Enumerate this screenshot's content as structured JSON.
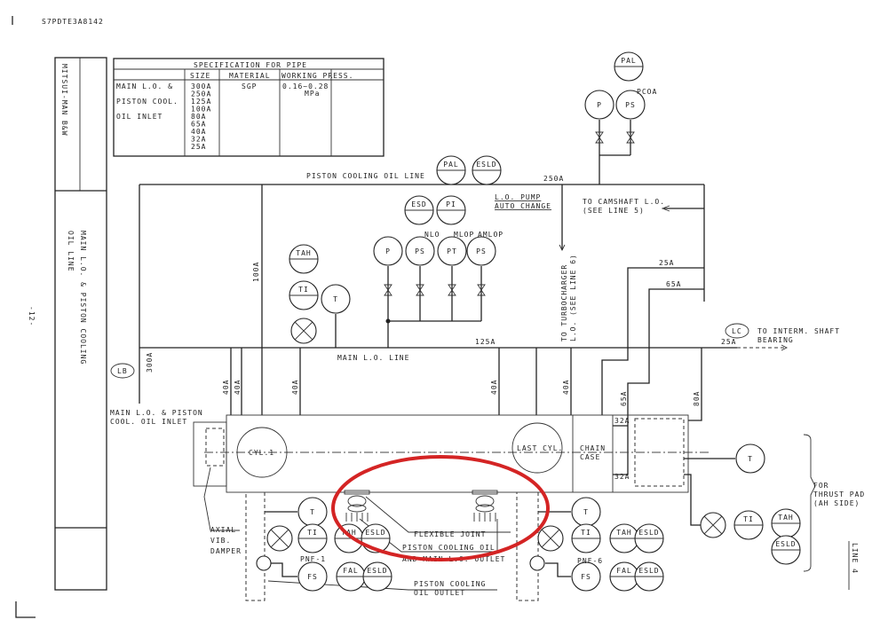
{
  "document": {
    "drawing_no": "S7PDTE3A8142",
    "page_no": "-12-",
    "line_ref": "LINE 4",
    "maker": "MITSUI-MAN B&W",
    "title_line1": "MAIN L.O. & PISTON COOLING",
    "title_line2": "OIL LINE"
  },
  "spec_table": {
    "title": "SPECIFICATION FOR PIPE",
    "headers": [
      "SIZE",
      "MATERIAL",
      "WORKING PRESS."
    ],
    "service": [
      "MAIN L.O. &",
      "PISTON COOL.",
      "OIL INLET"
    ],
    "sizes": [
      "300A",
      "250A",
      "125A",
      "100A",
      "80A",
      "65A",
      "40A",
      "32A",
      "25A"
    ],
    "material": "SGP",
    "pressure": [
      "0.16~0.28",
      "MPa"
    ]
  },
  "labels": {
    "piston_line": "PISTON COOLING OIL LINE",
    "main_lo_line": "MAIN L.O. LINE",
    "s250": "250A",
    "s125": "125A",
    "s100": "100A",
    "s300": "300A",
    "s25a": "25A",
    "s65a": "65A",
    "s25b": "25A",
    "s40": "40A",
    "s65b": "65A",
    "s80": "80A",
    "s32a": "32A",
    "s32b": "32A",
    "camshaft1": "TO CAMSHAFT L.O.",
    "camshaft2": "(SEE LINE 5)",
    "turbo1": "TO TURBOCHARGER",
    "turbo2": "L.O. (SEE LINE 6)",
    "interm1": "TO INTERM. SHAFT",
    "interm2": "BEARING",
    "lc": "LC",
    "lb": "LB",
    "inlet1": "MAIN L.O. & PISTON",
    "inlet2": "COOL. OIL INLET",
    "pump1": "L.O. PUMP",
    "pump2": "AUTO CHANGE",
    "nlo": "NLO",
    "mlop": "MLOP",
    "amlop": "AMLOP",
    "pcoa": "PCOA",
    "cyl1": "CYL.1",
    "lastcyl": "LAST CYL.",
    "chain1": "CHAIN",
    "chain2": "CASE",
    "axial1": "AXIAL",
    "axial2": "VIB.",
    "axial3": "DAMPER",
    "flex": "FLEXIBLE JOINT",
    "outlet1": "PISTON COOLING OIL",
    "outlet2": "AND MAIN L.O. OUTLET",
    "pco1": "PISTON COOLING",
    "pco2": "OIL OUTLET",
    "pnf1": "PNF-1",
    "pnf6": "PNF-6",
    "thrust1": "FOR",
    "thrust2": "THRUST PAD",
    "thrust3": "(AH SIDE)"
  },
  "instruments": {
    "pal_top": "PAL",
    "p_top": "P",
    "ps_top": "PS",
    "pal_mid": "PAL",
    "esld_mid": "ESLD",
    "esd": "ESD",
    "pi": "PI",
    "p_pump": "P",
    "ps_nlo": "PS",
    "pt_mlop": "PT",
    "ps_amlop": "PS",
    "tah_ul": "TAH",
    "ti_ul": "TI",
    "t_ul": "T",
    "t_l": "T",
    "ti_l": "TI",
    "tah_l": "TAH",
    "esld_l": "ESLD",
    "fs_l": "FS",
    "fal_l": "FAL",
    "esld_l2": "ESLD",
    "t_r": "T",
    "ti_r": "TI",
    "tah_r": "TAH",
    "esld_r": "ESLD",
    "fs_r": "FS",
    "fal_r": "FAL",
    "esld_r2": "ESLD",
    "t_th": "T",
    "ti_th": "TI",
    "tah_th": "TAH",
    "esld_th": "ESLD"
  },
  "colors": {
    "ink": "#222222",
    "highlight": "#d42424",
    "paper": "#ffffff"
  }
}
